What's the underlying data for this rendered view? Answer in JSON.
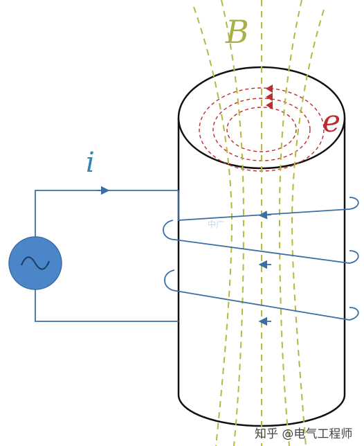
{
  "labels": {
    "magnetic_field": "B",
    "eddy_emf": "e",
    "current": "i"
  },
  "watermark": {
    "text": "知乎 @电气工程师",
    "faint_text": "中广"
  },
  "colors": {
    "field_lines": "#b5b83c",
    "field_label": "#a9b04a",
    "eddy_loops": "#c0292f",
    "current_wire": "#3a6ea5",
    "current_label": "#2e86b4",
    "source_fill": "#4a86c8",
    "outline": "#111111"
  },
  "icons": {
    "source": "ac-source-sine-icon"
  }
}
